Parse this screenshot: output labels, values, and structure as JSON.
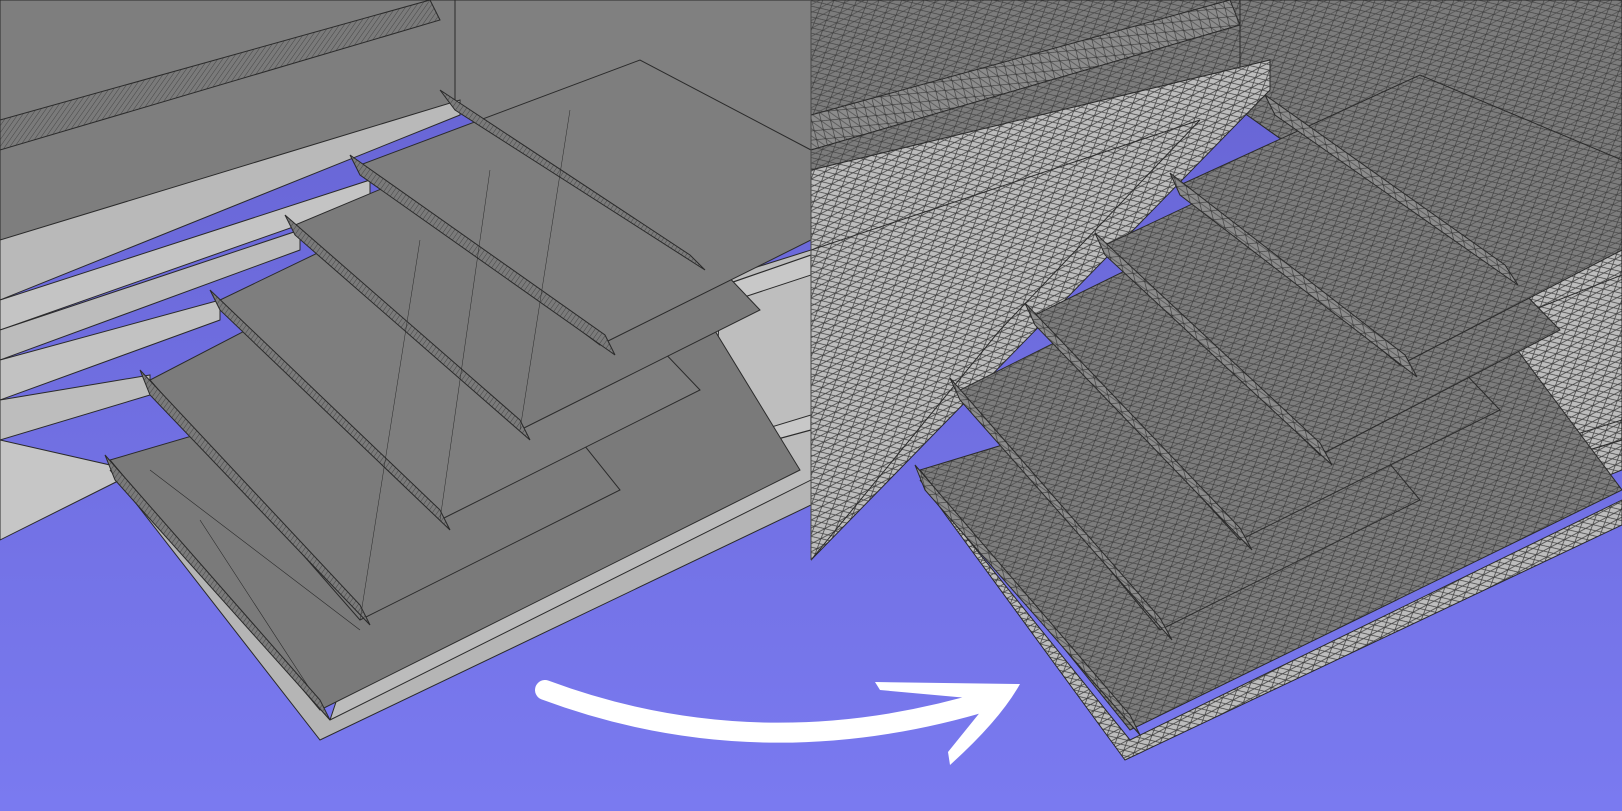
{
  "panels": [
    {
      "id": "before",
      "mesh": "coarse",
      "icon": "staircase-coarse-mesh-icon"
    },
    {
      "id": "after",
      "mesh": "fine",
      "icon": "staircase-fine-mesh-icon"
    }
  ],
  "transition": {
    "icon": "curved-arrow-right-icon",
    "direction": "left-to-right"
  },
  "colors": {
    "background_top": "#6a66d6",
    "background_bottom": "#7878ee",
    "tread": "#7c7c7c",
    "tread_dark": "#6e6e6e",
    "riser": "#b7b7b7",
    "riser_light": "#c6c6c6",
    "edge": "#2a2a2a",
    "arrow": "#ffffff"
  }
}
